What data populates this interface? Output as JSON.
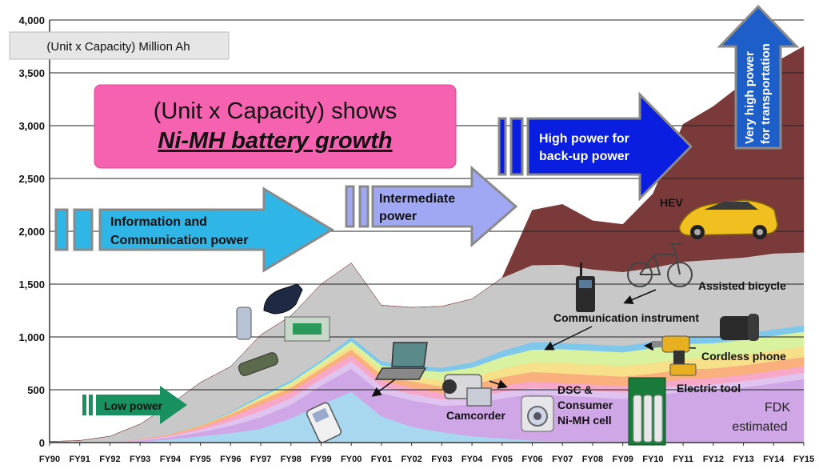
{
  "chart_data": {
    "type": "area",
    "stacked": true,
    "y_axis_title": "(Unit x Capacity) Million Ah",
    "categories": [
      "FY90",
      "FY91",
      "FY92",
      "FY93",
      "FY94",
      "FY95",
      "FY96",
      "FY97",
      "FY98",
      "FY99",
      "FY00",
      "FY01",
      "FY02",
      "FY03",
      "FY04",
      "FY05",
      "FY06",
      "FY07",
      "FY08",
      "FY09",
      "FY10",
      "FY11",
      "FY12",
      "FY13",
      "FY14",
      "FY15"
    ],
    "yticks": [
      "0",
      "500",
      "1,000",
      "1,500",
      "2,000",
      "2,500",
      "3,000",
      "3,500",
      "4,000"
    ],
    "ylim": [
      0,
      4000
    ],
    "grid": true,
    "series": [
      {
        "color": "#a8d8f0",
        "values": [
          0,
          0,
          0,
          10,
          30,
          60,
          90,
          130,
          230,
          360,
          480,
          250,
          150,
          100,
          60,
          40,
          20,
          15,
          10,
          5,
          5,
          3,
          2,
          2,
          1,
          1
        ]
      },
      {
        "color": "#cfa6e6",
        "values": [
          0,
          0,
          0,
          10,
          20,
          40,
          70,
          110,
          130,
          180,
          220,
          220,
          250,
          250,
          300,
          380,
          440,
          430,
          420,
          410,
          440,
          480,
          490,
          520,
          560,
          600
        ]
      },
      {
        "color": "#e0c4f0",
        "values": [
          0,
          0,
          0,
          5,
          10,
          20,
          40,
          60,
          60,
          60,
          70,
          60,
          60,
          60,
          60,
          60,
          60,
          60,
          60,
          60,
          60,
          60,
          60,
          60,
          60,
          60
        ]
      },
      {
        "color": "#f7a8c8",
        "values": [
          0,
          0,
          0,
          5,
          10,
          20,
          40,
          60,
          60,
          60,
          60,
          60,
          60,
          60,
          60,
          60,
          60,
          60,
          60,
          60,
          60,
          60,
          60,
          60,
          60,
          60
        ]
      },
      {
        "color": "#f9b07c",
        "values": [
          0,
          0,
          0,
          5,
          10,
          20,
          30,
          40,
          40,
          40,
          50,
          50,
          60,
          60,
          70,
          80,
          90,
          90,
          90,
          90,
          90,
          90,
          90,
          90,
          90,
          90
        ]
      },
      {
        "color": "#f7e08a",
        "values": [
          0,
          0,
          0,
          0,
          0,
          5,
          10,
          20,
          30,
          30,
          40,
          40,
          50,
          60,
          70,
          80,
          90,
          100,
          100,
          100,
          100,
          100,
          100,
          100,
          100,
          100
        ]
      },
      {
        "color": "#d8f2a0",
        "values": [
          0,
          0,
          0,
          0,
          0,
          0,
          0,
          10,
          20,
          30,
          40,
          50,
          60,
          80,
          90,
          110,
          120,
          130,
          130,
          130,
          140,
          140,
          140,
          140,
          140,
          140
        ]
      },
      {
        "color": "#7fc8ec",
        "values": [
          0,
          0,
          0,
          0,
          0,
          5,
          10,
          20,
          20,
          20,
          40,
          40,
          40,
          40,
          50,
          60,
          70,
          60,
          60,
          60,
          60,
          60,
          60,
          60,
          60,
          60
        ]
      },
      {
        "color": "#c8c8c8",
        "values": [
          10,
          20,
          60,
          140,
          280,
          400,
          430,
          570,
          610,
          720,
          700,
          530,
          550,
          580,
          600,
          690,
          730,
          740,
          710,
          700,
          700,
          720,
          730,
          720,
          720,
          690
        ]
      },
      {
        "color": "#7a3a3a",
        "values": [
          0,
          0,
          0,
          0,
          0,
          0,
          0,
          0,
          0,
          0,
          0,
          0,
          0,
          0,
          0,
          0,
          520,
          570,
          460,
          450,
          700,
          1300,
          1450,
          1650,
          1800,
          1950
        ]
      }
    ],
    "annotations": {
      "low_power": "Low power",
      "info_comm_line1": "Information and",
      "info_comm_line2": "Communication power",
      "intermediate_line1": "Intermediate",
      "intermediate_line2": "power",
      "high_power_line1": "High power for",
      "high_power_line2": "back-up power",
      "very_high_line1": "Very high power",
      "very_high_line2": "for transportation",
      "growth_line1": "(Unit x Capacity) shows",
      "growth_line2": "Ni-MH battery growth",
      "hev": "HEV",
      "assisted_bicycle": "Assisted bicycle",
      "communication_instrument": "Communication instrument",
      "cordless_phone": "Cordless phone",
      "electric_tool": "Electric tool",
      "dsc_line1": "DSC &",
      "dsc_line2": "Consumer",
      "dsc_line3": "Ni-MH cell",
      "camcorder": "Camcorder",
      "fdk_line1": "FDK",
      "fdk_line2": "estimated"
    }
  }
}
